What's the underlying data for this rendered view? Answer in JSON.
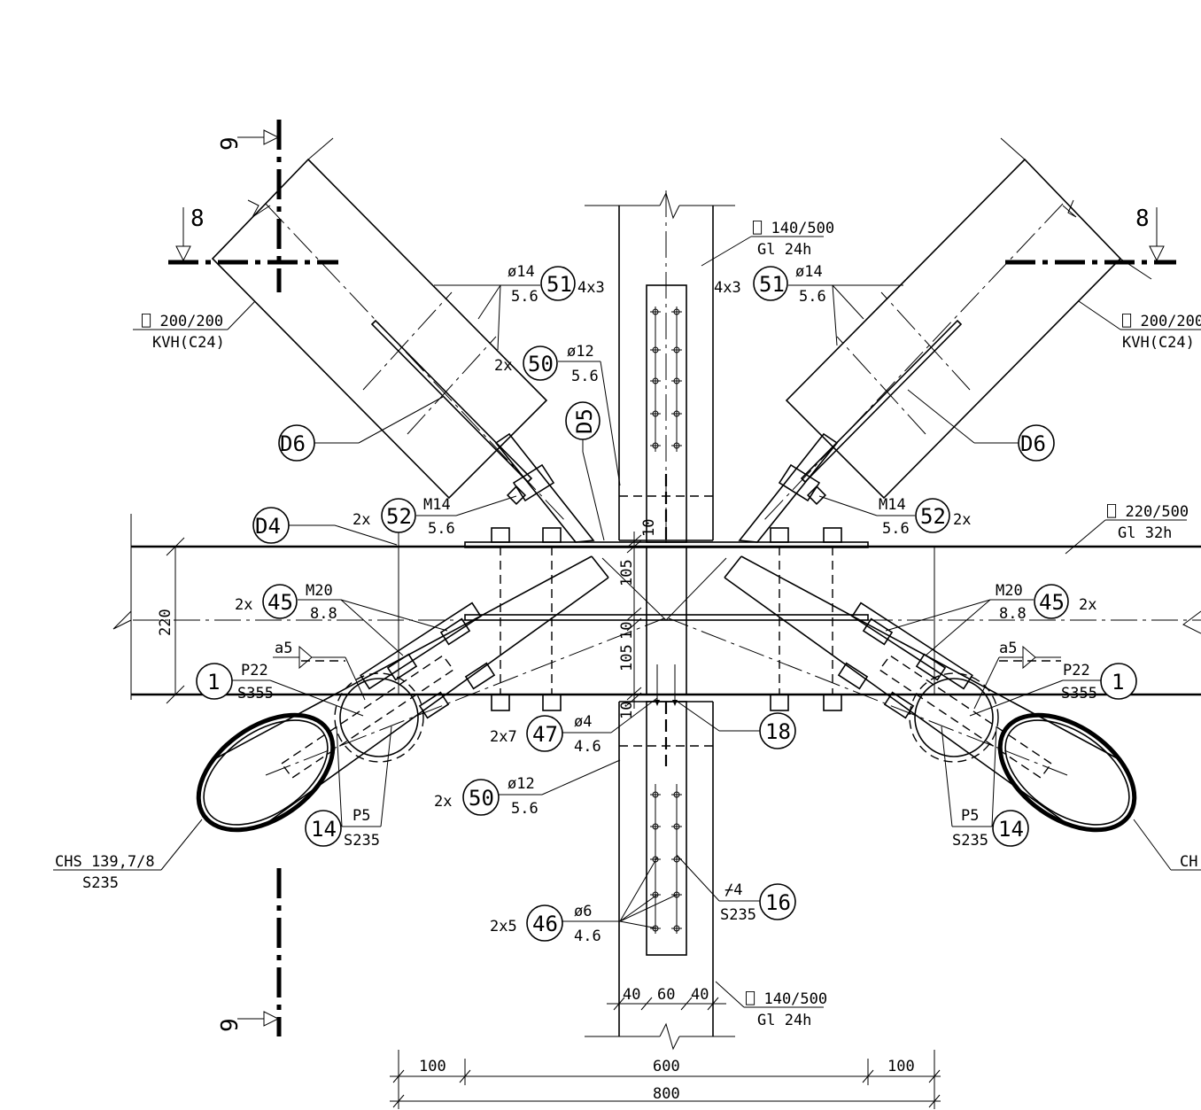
{
  "sections": {
    "top_left_vertical": "9",
    "bottom_left_vertical": "9",
    "left_horizontal": "8",
    "right_horizontal": "8"
  },
  "members": {
    "vertical_top": {
      "line1": "⎕ 140/500",
      "line2": "Gl 24h"
    },
    "vertical_bottom": {
      "line1": "⎕ 140/500",
      "line2": "Gl 24h"
    },
    "beam": {
      "line1": "⎕ 220/500",
      "line2": "Gl 32h"
    },
    "strut_left": {
      "line1": "⎕ 200/200",
      "line2": "KVH(C24)"
    },
    "strut_right": {
      "line1": "⎕ 200/200",
      "line2": "KVH(C24)"
    },
    "chs_left": {
      "line1": "CHS 139,7/8",
      "line2": "S235"
    },
    "chs_right": {
      "line1": "CH"
    }
  },
  "callouts": [
    {
      "id": "51",
      "top": "ø14",
      "bottom": "5.6",
      "count": "4x3"
    },
    {
      "id": "51",
      "top": "ø14",
      "bottom": "5.6",
      "count": "4x3"
    },
    {
      "id": "50",
      "top": "ø12",
      "bottom": "5.6",
      "count": "2x"
    },
    {
      "id": "D5"
    },
    {
      "id": "D6"
    },
    {
      "id": "D6"
    },
    {
      "id": "52",
      "top": "M14",
      "bottom": "5.6",
      "count": "2x"
    },
    {
      "id": "52",
      "top": "M14",
      "bottom": "5.6",
      "count": "2x"
    },
    {
      "id": "D4"
    },
    {
      "id": "45",
      "top": "M20",
      "bottom": "8.8",
      "count": "2x"
    },
    {
      "id": "45",
      "top": "M20",
      "bottom": "8.8",
      "count": "2x"
    },
    {
      "id": "1",
      "top": "P22",
      "bottom": "S355"
    },
    {
      "id": "1",
      "top": "P22",
      "bottom": "S355"
    },
    {
      "id": "47",
      "top": "ø4",
      "bottom": "4.6",
      "count": "2x7"
    },
    {
      "id": "18"
    },
    {
      "id": "50",
      "top": "ø12",
      "bottom": "5.6",
      "count": "2x"
    },
    {
      "id": "14",
      "top": "P5",
      "bottom": "S235"
    },
    {
      "id": "14",
      "top": "P5",
      "bottom": "S235"
    },
    {
      "id": "16",
      "top": "⌿4",
      "bottom": "S235"
    },
    {
      "id": "46",
      "top": "ø6",
      "bottom": "4.6",
      "count": "2x5"
    }
  ],
  "welds": {
    "left": "a5",
    "right": "a5"
  },
  "dimensions": {
    "beam_height": "220",
    "top_gap": "10",
    "upper_half": "105",
    "mid_gap": "10",
    "lower_half": "105",
    "bottom_gap": "10",
    "edge_left": "40",
    "middle": "60",
    "edge_right": "40",
    "plate_left": "100",
    "plate_mid": "600",
    "plate_right": "100",
    "plate_total": "800"
  }
}
